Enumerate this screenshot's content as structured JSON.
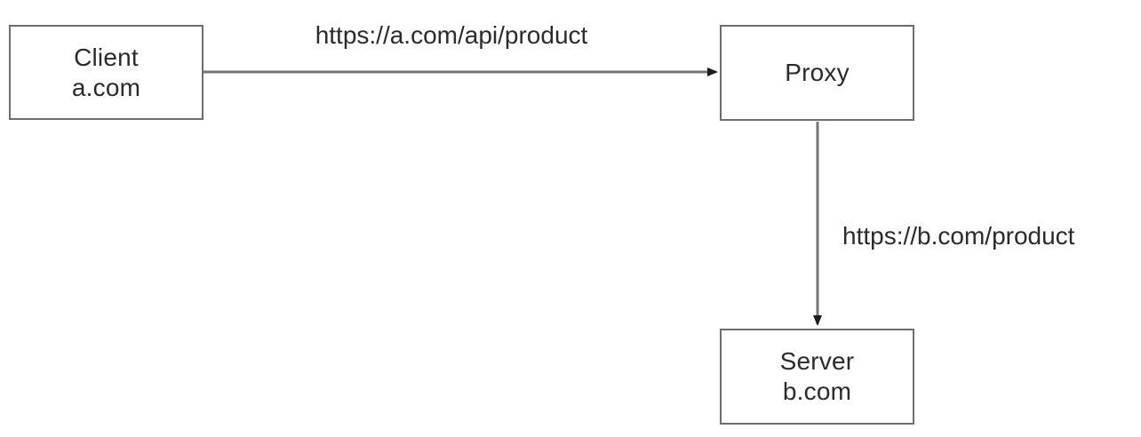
{
  "diagram": {
    "nodes": {
      "client": {
        "title": "Client",
        "subtitle": "a.com"
      },
      "proxy": {
        "title": "Proxy"
      },
      "server": {
        "title": "Server",
        "subtitle": "b.com"
      }
    },
    "edges": {
      "client_to_proxy": {
        "label": "https://a.com/api/product",
        "direction": "right"
      },
      "proxy_to_server": {
        "label": "https://b.com/product",
        "direction": "down"
      }
    },
    "colors": {
      "background": "#ffffff",
      "node_border": "#6e6e6e",
      "edge_line": "#757575",
      "arrowhead": "#1c1c1c",
      "text": "#2b2b2b"
    }
  }
}
